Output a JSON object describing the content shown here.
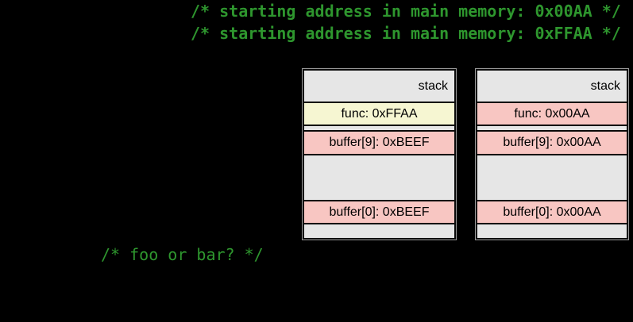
{
  "comments": {
    "top_lines": [
      "/* starting address in main memory: 0x00AA */",
      "/* starting address in main memory: 0xFFAA */"
    ],
    "bottom_line": "/* foo or bar? */"
  },
  "stacks": {
    "left": {
      "header": "stack",
      "func": "func: 0xFFAA",
      "buffer9": "buffer[9]: 0xBEEF",
      "buffer0": "buffer[0]: 0xBEEF"
    },
    "right": {
      "header": "stack",
      "func": "func: 0x00AA",
      "buffer9": "buffer[9]: 0x00AA",
      "buffer0": "buffer[0]: 0x00AA"
    }
  },
  "colors": {
    "background": "#000000",
    "comment_green": "#2e962e",
    "cell_gray": "#e6e6e6",
    "cell_yellow": "#f6f6d2",
    "cell_pink": "#f8c6c2",
    "cell_border": "#0a0a0a",
    "table_outline": "#9a9a9a"
  }
}
